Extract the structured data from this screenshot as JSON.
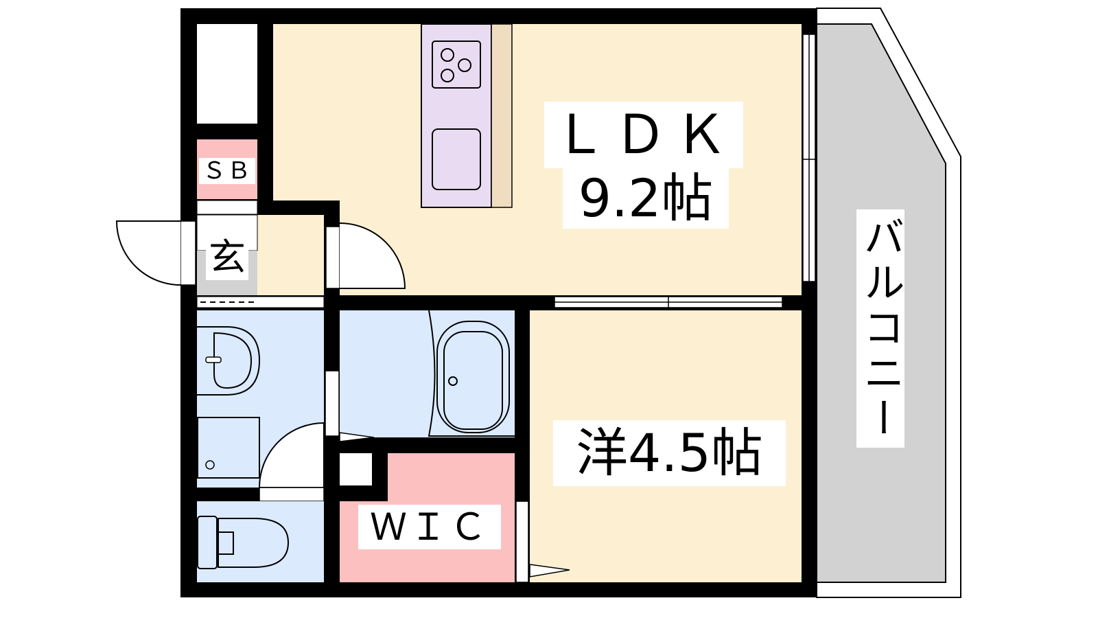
{
  "rooms": {
    "ldk": {
      "name": "ＬＤＫ",
      "size": "9.2帖"
    },
    "western": {
      "label": "洋4.5帖"
    },
    "wic": {
      "label": "ＷＩＣ"
    },
    "sb": {
      "label": "ＳＢ"
    },
    "entrance": {
      "label": "玄"
    },
    "balcony": {
      "label": "バルコニー"
    }
  },
  "colors": {
    "living": "#fdf0d2",
    "wet": "#dbeafc",
    "storage": "#fcc0c0",
    "balcony": "#d2d2d2",
    "kitchen": "#e9dcf2",
    "counter": "#f0dcc0",
    "wall": "#000000"
  }
}
